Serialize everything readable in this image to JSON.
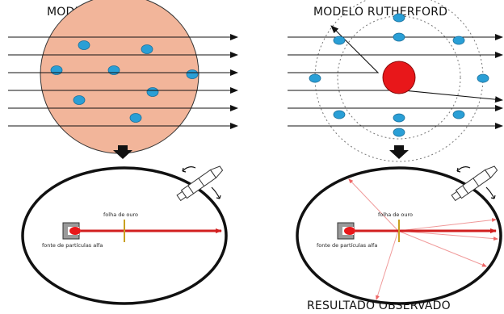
{
  "titles": {
    "thomson": "MODELO THOMSON",
    "rutherford": "MODELO RUTHERFORD",
    "result": "RESULTADO OBSERVADO"
  },
  "labels": {
    "gold_foil": "folha de ouro",
    "alpha_source": "fonte de partículas alfa"
  },
  "colors": {
    "thomson_sphere": "#f2b59a",
    "electron": "#2a9fd6",
    "nucleus": "#e8171a",
    "beam": "#d21f1f",
    "scatter": "#f09a9a",
    "foil": "#c8a020",
    "detector_ring": "#111111"
  },
  "icons": [
    "down-arrow-icon",
    "microscope-icon",
    "rotation-arrows-icon"
  ]
}
